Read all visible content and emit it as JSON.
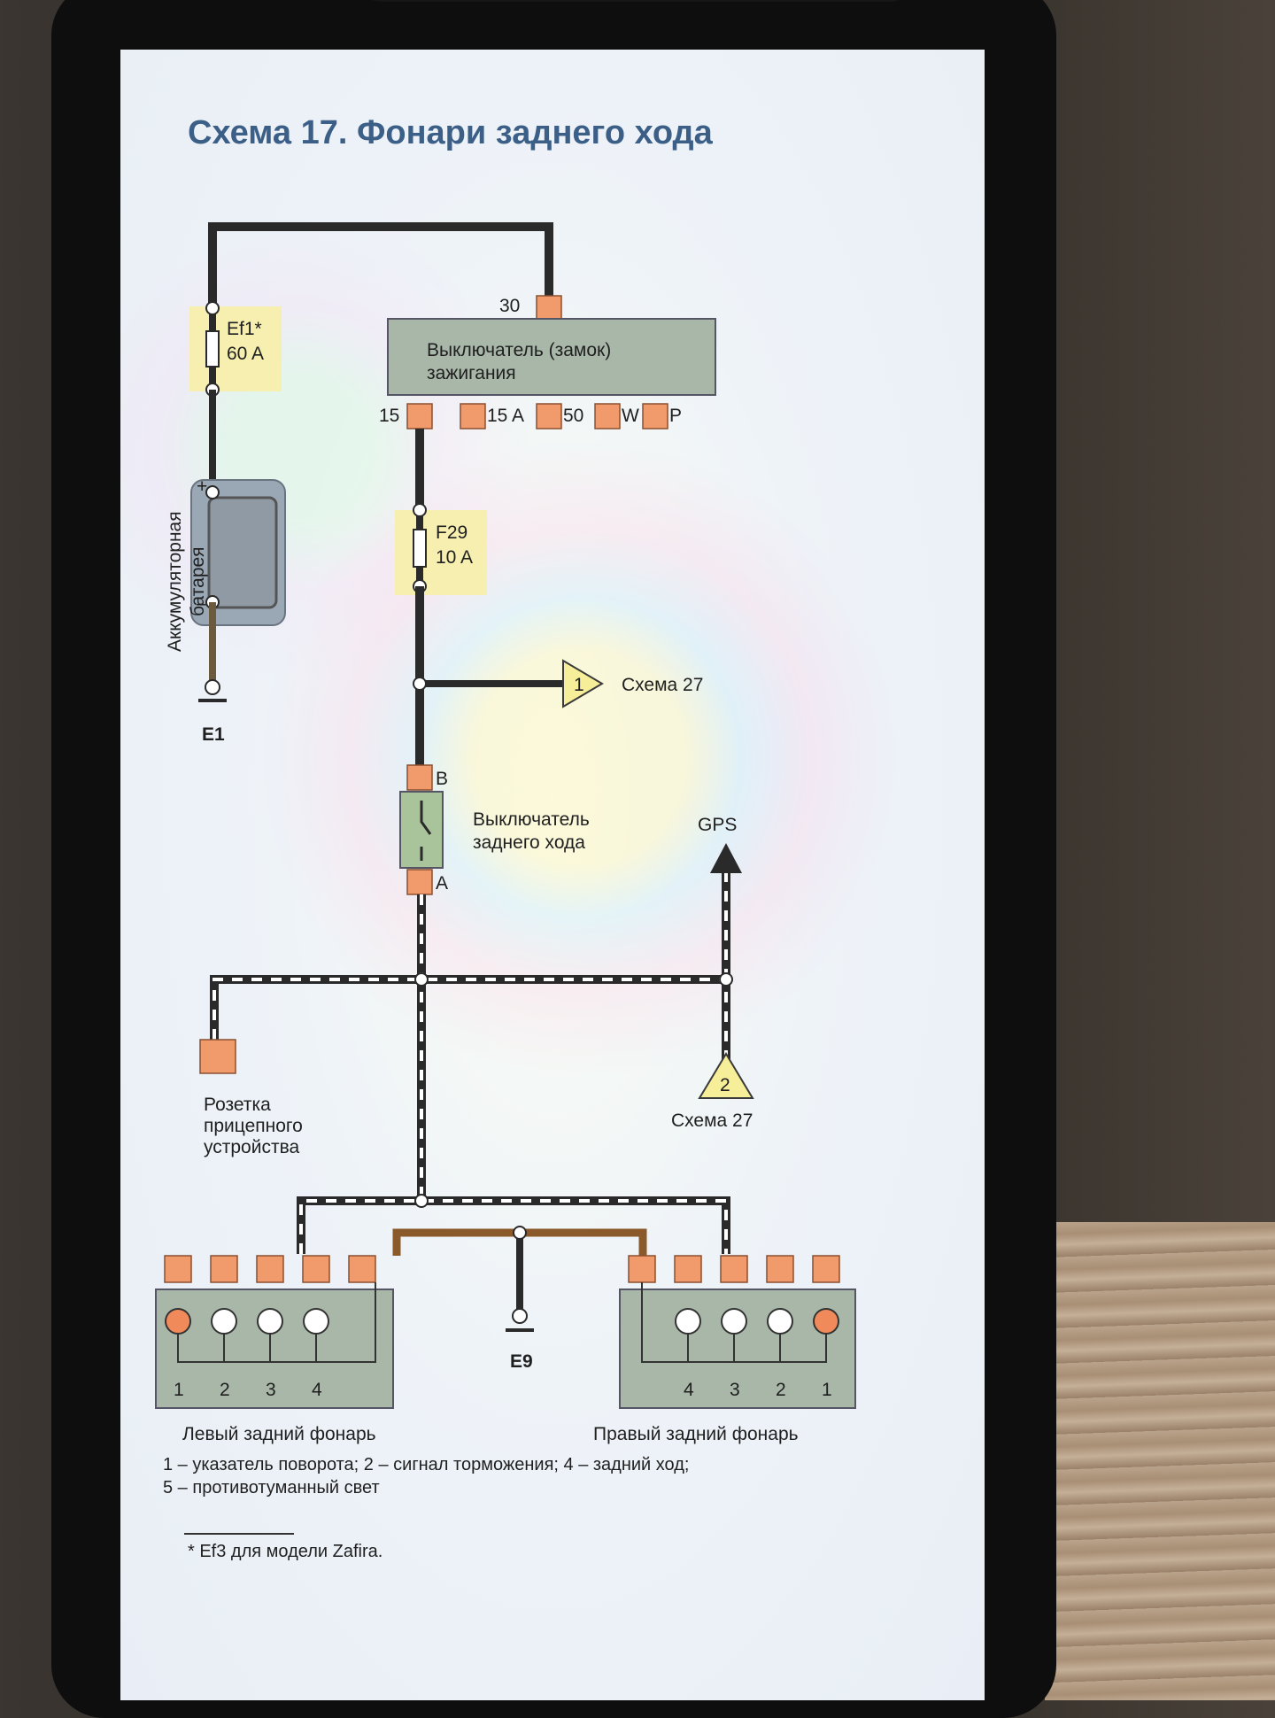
{
  "title": "Схема 17. Фонари заднего хода",
  "fuse_main": {
    "name": "Ef1*",
    "rating": "60 A"
  },
  "fuse_f29": {
    "name": "F29",
    "rating": "10 A"
  },
  "battery_label": [
    "Аккумуляторная",
    "батарея"
  ],
  "ignition": {
    "label_line1": "Выключатель (замок)",
    "label_line2": "зажигания",
    "terminal_top": "30",
    "terminals": [
      "15",
      "15 A",
      "50",
      "W",
      "P"
    ]
  },
  "ground_e1": "E1",
  "ground_e9": "E9",
  "ref1": {
    "num": "1",
    "label": "Схема 27"
  },
  "ref2": {
    "num": "2",
    "label": "Схема 27"
  },
  "reverse_switch": {
    "line1": "Выключатель",
    "line2": "заднего хода",
    "pin_b": "B",
    "pin_a": "A"
  },
  "gps": "GPS",
  "trailer_socket": [
    "Розетка",
    "прицепного",
    "устройства"
  ],
  "left_lamp": {
    "label": "Левый задний фонарь",
    "numbers": [
      "1",
      "2",
      "3",
      "4"
    ]
  },
  "right_lamp": {
    "label": "Правый задний фонарь",
    "numbers": [
      "4",
      "3",
      "2",
      "1"
    ]
  },
  "legend": {
    "line1": "1 – указатель поворота;  2 – сигнал торможения;  4 – задний ход;",
    "line2": "5 – противотуманный свет"
  },
  "footnote": "* Ef3 для модели Zafira.",
  "colors": {
    "title": "#3b5f86",
    "fuse_bg": "#f6efb0",
    "box_fill": "#a9b7a8",
    "connector": "#f19a6b",
    "wire_dark": "#2a2a2a",
    "wire_brown": "#8a5a2b",
    "ref_triangle": "#f7ee9a"
  }
}
